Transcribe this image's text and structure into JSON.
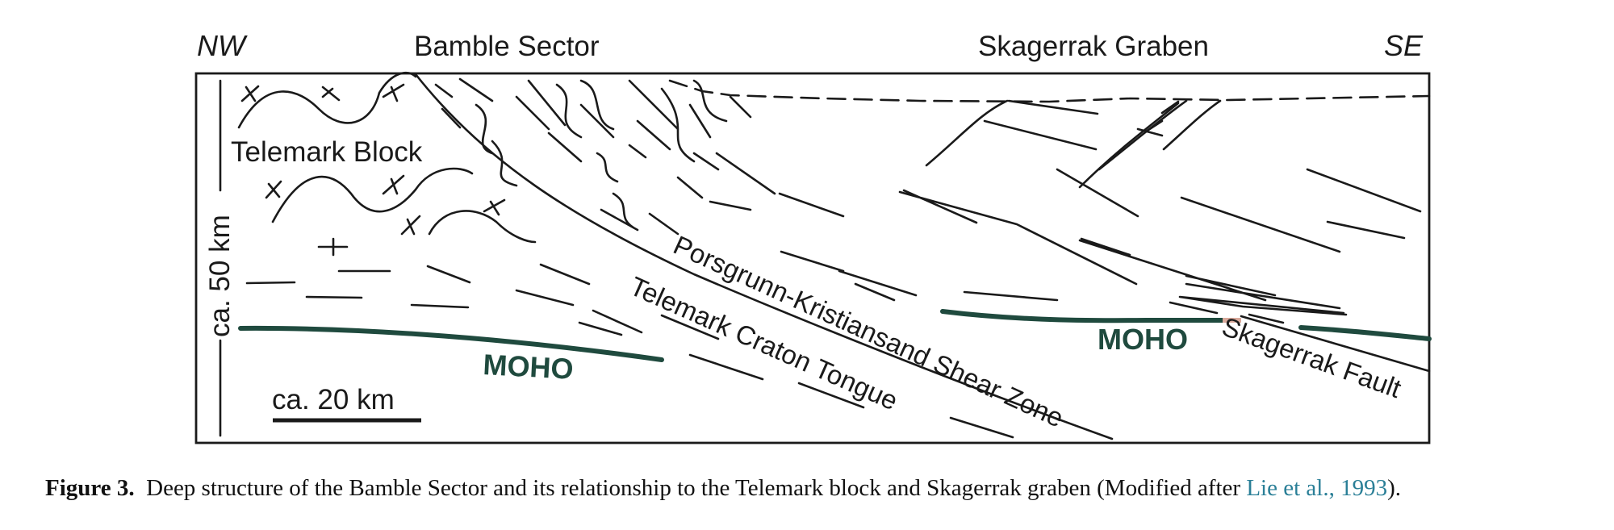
{
  "diagram": {
    "direction_left": "NW",
    "direction_right": "SE",
    "header_bamble": "Bamble Sector",
    "header_skagerrak": "Skagerrak Graben",
    "telemark_block": "Telemark Block",
    "vertical_scale": "ca. 50 km",
    "horizontal_scale": "ca. 20 km",
    "moho_left": "MOHO",
    "moho_right": "MOHO",
    "shear_zone": "Porsgrunn-Kristiansand Shear Zone",
    "craton_tongue": "Telemark Craton Tongue",
    "skagerrak_fault": "Skagerrak Fault",
    "colors": {
      "line": "#1a1a1a",
      "moho": "#1f4a3e",
      "fault_accent": "#d9a99b"
    }
  },
  "caption": {
    "figure_label": "Figure 3.",
    "text": "Deep structure of the Bamble Sector and its relationship to the Telemark block and Skagerrak graben (Modified after ",
    "reference": "Lie et al., 1993",
    "suffix": ")."
  }
}
